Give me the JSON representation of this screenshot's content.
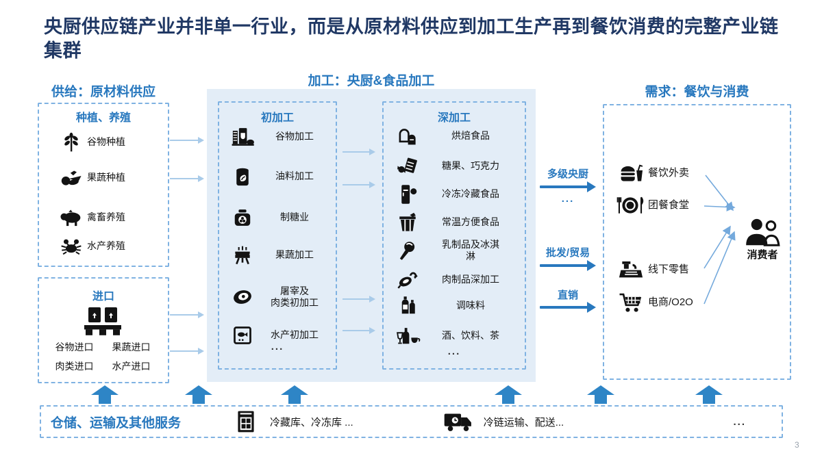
{
  "page": {
    "title": "央厨供应链产业并非单一行业，而是从原材料供应到加工生产再到餐饮消费的完整产业链集群",
    "page_number": "3"
  },
  "colors": {
    "accent_blue": "#2878BE",
    "title_navy": "#203864",
    "panel_bg": "#E3EDF7",
    "dashed_border": "#7FB2E2",
    "thin_arrow": "#A9CBE9",
    "icon_black": "#131313"
  },
  "supply": {
    "header": "供给：原材料供应",
    "farming": {
      "title": "种植、养殖",
      "items": [
        {
          "icon": "wheat",
          "label": "谷物种植"
        },
        {
          "icon": "fruit-veg",
          "label": "果蔬种植"
        },
        {
          "icon": "pig",
          "label": "禽畜养殖"
        },
        {
          "icon": "crab",
          "label": "水产养殖"
        }
      ]
    },
    "import": {
      "title": "进口",
      "icon": "pallet-boxes",
      "labels": [
        "谷物进口",
        "果蔬进口",
        "肉类进口",
        "水产进口"
      ]
    }
  },
  "processing": {
    "header": "加工：央厨&食品加工",
    "primary": {
      "title": "初加工",
      "items": [
        {
          "icon": "grain-mill",
          "label": "谷物加工"
        },
        {
          "icon": "oil-can",
          "label": "油料加工"
        },
        {
          "icon": "sugar-jar",
          "label": "制糖业"
        },
        {
          "icon": "grill",
          "label": "果蔬加工"
        },
        {
          "icon": "meat",
          "label": "屠宰及\n肉类初加工"
        },
        {
          "icon": "fish-box",
          "label": "水产初加工"
        }
      ],
      "more": "..."
    },
    "deep": {
      "title": "深加工",
      "items": [
        {
          "icon": "bread",
          "label": "烘焙食品"
        },
        {
          "icon": "candy",
          "label": "糖果、巧克力"
        },
        {
          "icon": "fridge",
          "label": "冷冻冷藏食品"
        },
        {
          "icon": "lunch-box",
          "label": "常温方便食品"
        },
        {
          "icon": "ice-cream",
          "label": "乳制品及冰淇\n淋"
        },
        {
          "icon": "sausage",
          "label": "肉制品深加工"
        },
        {
          "icon": "bottles",
          "label": "调味料"
        },
        {
          "icon": "drinks",
          "label": "酒、饮料、茶"
        }
      ],
      "more": "..."
    }
  },
  "channels": {
    "multi_level": "多级央厨",
    "multi_level_more": "...",
    "wholesale": "批发/贸易",
    "direct": "直销"
  },
  "demand": {
    "header": "需求：餐饮与消费",
    "items": [
      {
        "icon": "takeout",
        "label": "餐饮外卖"
      },
      {
        "icon": "canteen",
        "label": "团餐食堂"
      },
      {
        "icon": "register",
        "label": "线下零售"
      },
      {
        "icon": "cart",
        "label": "电商/O2O"
      }
    ],
    "consumer": {
      "icon": "consumers",
      "label": "消费者"
    }
  },
  "services": {
    "title": "仓储、运输及其他服务",
    "cold_storage": "冷藏库、冷冻库 ...",
    "cold_chain": "冷链运输、配送...",
    "more": "..."
  }
}
